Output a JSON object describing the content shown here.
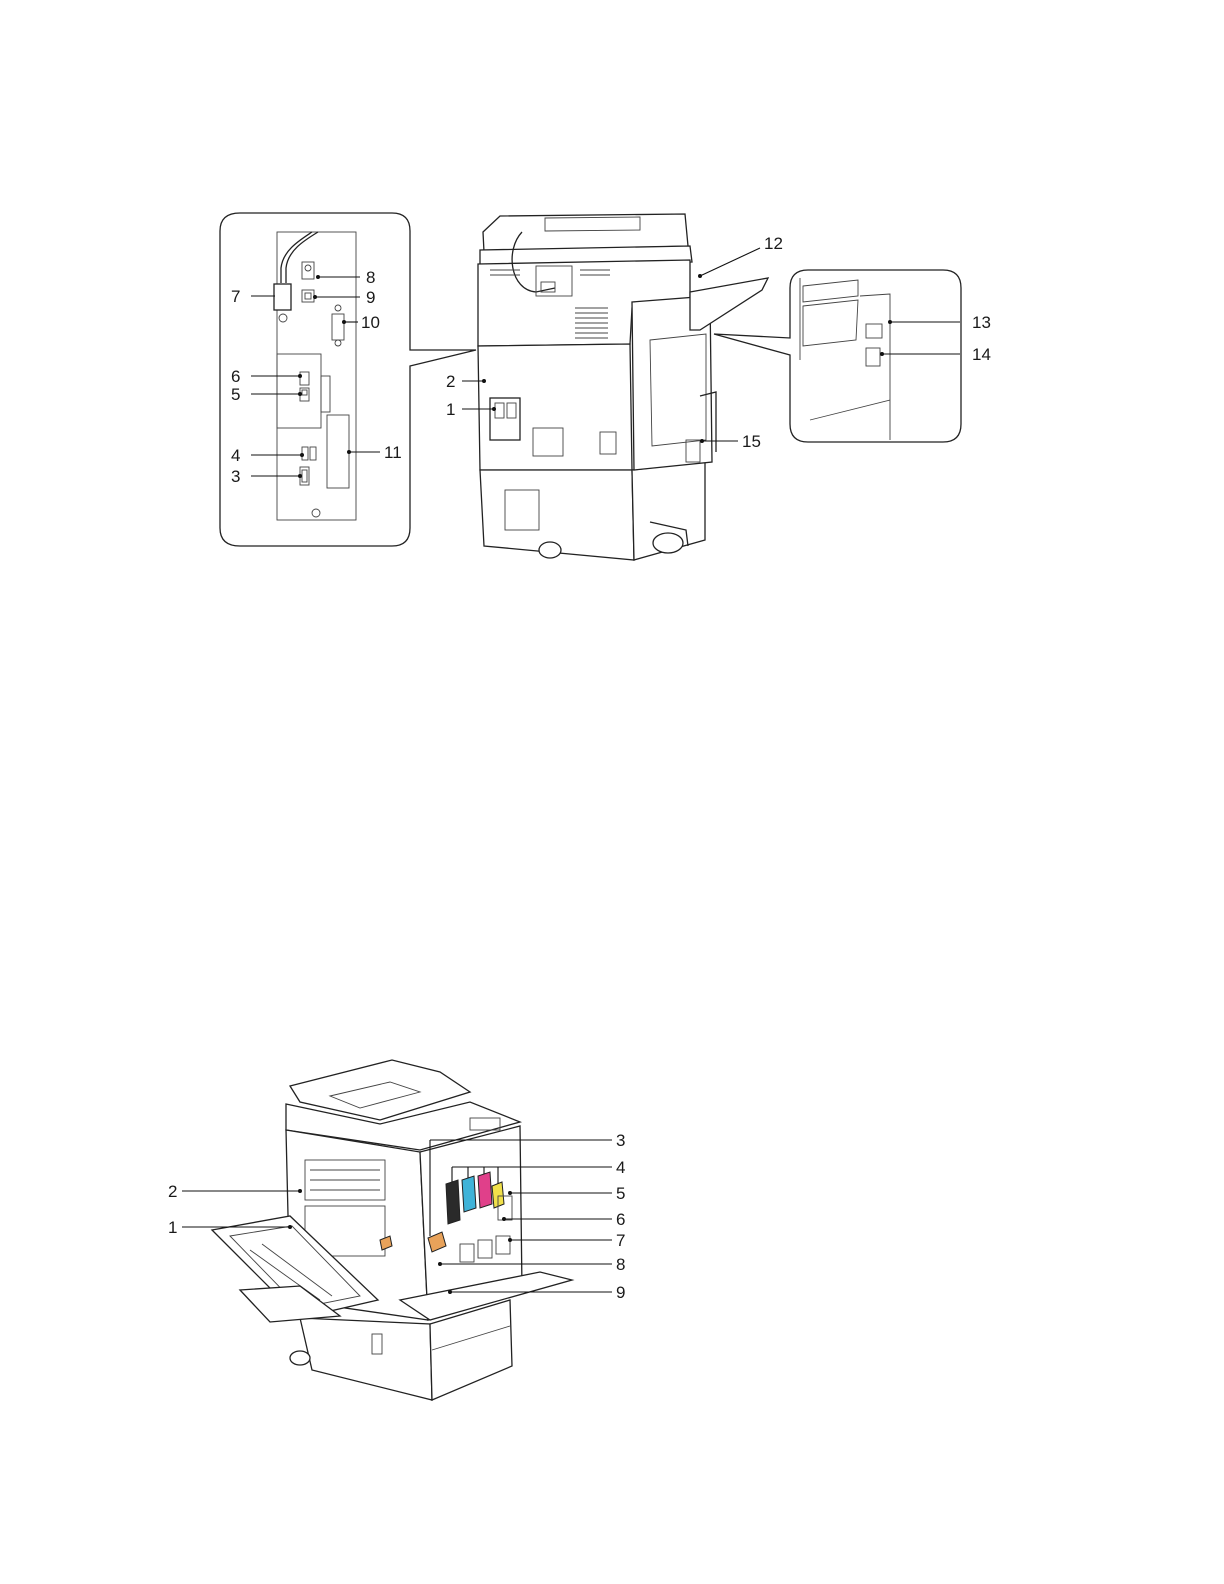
{
  "figure_top": {
    "labels": [
      "1",
      "2",
      "3",
      "4",
      "5",
      "6",
      "7",
      "8",
      "9",
      "10",
      "11",
      "12",
      "13",
      "14",
      "15"
    ]
  },
  "figure_bottom": {
    "labels": [
      "1",
      "2",
      "3",
      "4",
      "5",
      "6",
      "7",
      "8",
      "9"
    ]
  },
  "colors": {
    "line": "#222222",
    "accent_orange": "#e8a25a",
    "toner_cyan": "#3fb3d8",
    "toner_magenta": "#e0408a",
    "toner_yellow": "#f1e04a",
    "toner_black": "#2a2a2a"
  }
}
